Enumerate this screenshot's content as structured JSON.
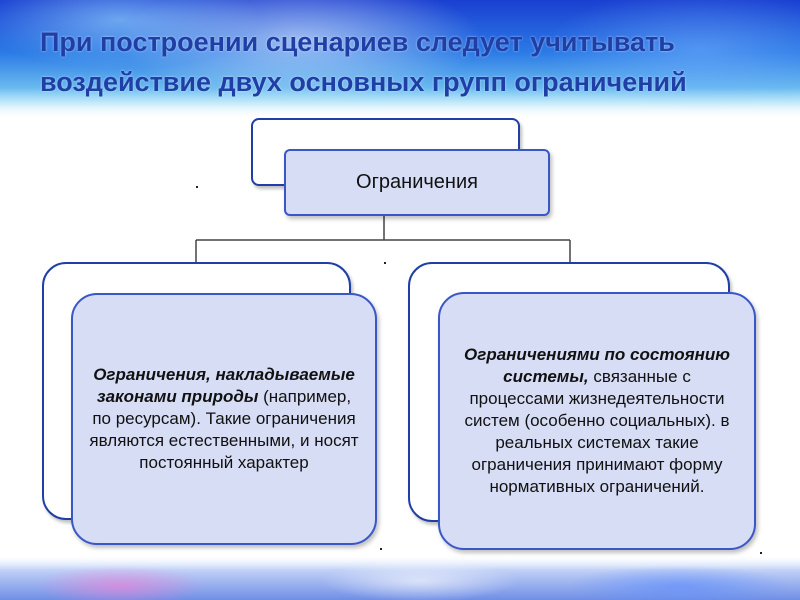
{
  "title": {
    "line1": "При построении сценариев следует учитывать",
    "line2": "воздействие двух основных групп ограничений"
  },
  "root": {
    "label": "Ограничения"
  },
  "left": {
    "bold": "Ограничения, накладываемые законами природы",
    "normal": "(например, по ресурсам). Такие ограничения являются естественными, и носят постоянный характер"
  },
  "right": {
    "bold": "Ограничениями по состоянию системы,",
    "normal": "связанные с процессами жизнедеятельности систем (особенно социальных). в реальных системах такие ограничения принимают форму нормативных ограничений."
  },
  "colors": {
    "box_fill": "#d6ddf5",
    "box_border": "#3a57c8",
    "title_color": "#1f3fa6"
  }
}
